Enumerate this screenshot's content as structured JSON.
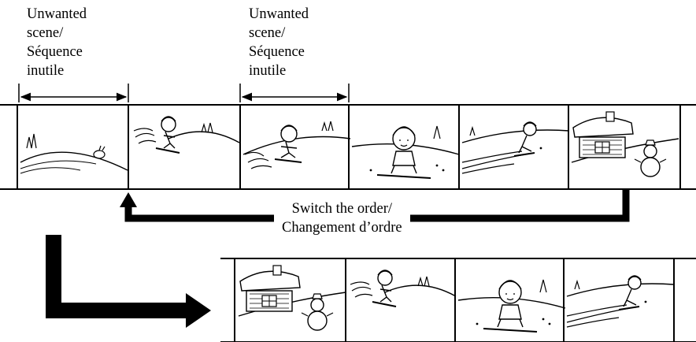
{
  "labels": {
    "unwanted_1": [
      "Unwanted",
      "scene/",
      "Séquence",
      "inutile"
    ],
    "unwanted_2": [
      "Unwanted",
      "scene/",
      "Séquence",
      "inutile"
    ],
    "switch_order": [
      "Switch the order/",
      "Changement d’ordre"
    ]
  },
  "original_tape": {
    "frames": [
      "hill-with-rabbit",
      "skier-jumping",
      "skier-crouching",
      "skier-front",
      "skier-downhill",
      "house-and-snowman"
    ]
  },
  "edited_tape": {
    "frames": [
      "house-and-snowman",
      "skier-jumping",
      "skier-front",
      "skier-downhill"
    ]
  }
}
